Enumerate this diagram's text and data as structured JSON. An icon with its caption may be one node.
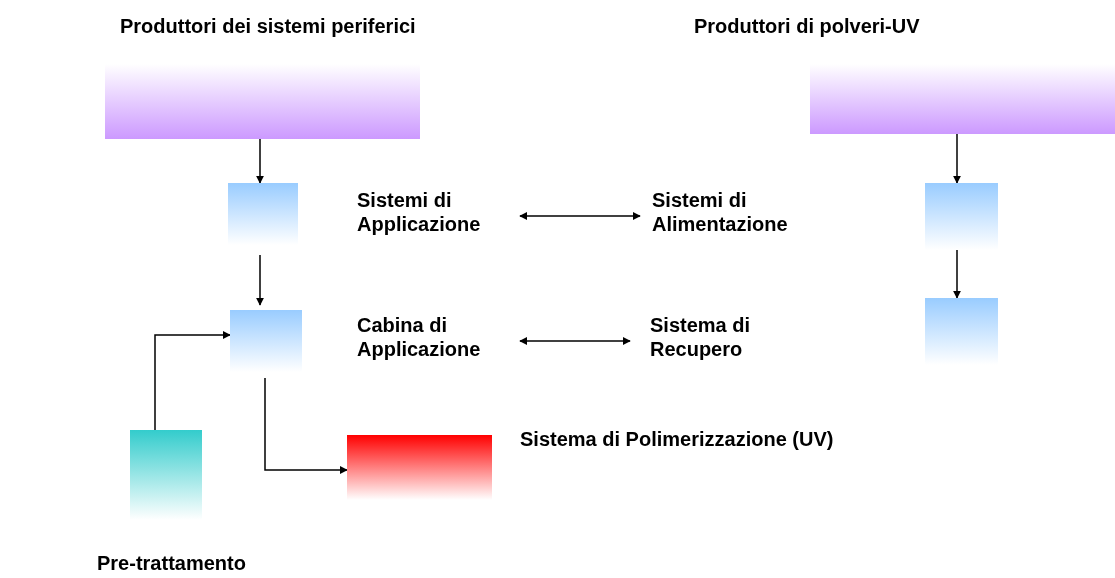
{
  "diagram": {
    "nodes": [
      {
        "text": [
          "Produttori dei sistemi periferici"
        ]
      },
      {
        "text": [
          "Produttori di polveri-UV"
        ]
      },
      {
        "text": [],
        "shape": "box"
      },
      {
        "text": [
          "Sistemi di Applicazione"
        ]
      },
      {
        "text": [
          "Sistemi di Alimentazione"
        ]
      },
      {
        "text": [],
        "shape": "box"
      },
      {
        "text": [],
        "shape": "box"
      },
      {
        "text": [
          "Cabina di Applicazione"
        ]
      },
      {
        "text": [
          "Sistema di Recupero"
        ]
      },
      {
        "text": [],
        "shape": "box"
      },
      {
        "text": [
          "Pre-trattamento"
        ]
      },
      {
        "text": [
          "Sistema di Polimerizzazione (UV)"
        ]
      }
    ],
    "edges": [
      {
        "from": 0,
        "to": 2,
        "arrow": "to"
      },
      {
        "from": 2,
        "to": 6,
        "arrow": "to"
      },
      {
        "from": 10,
        "to": 6,
        "arrow": "to"
      },
      {
        "from": 6,
        "to": 11,
        "arrow": "to"
      },
      {
        "from": 3,
        "to": 4,
        "arrow": "both"
      },
      {
        "from": 7,
        "to": 8,
        "arrow": "both"
      },
      {
        "from": 1,
        "to": 5,
        "arrow": "to"
      },
      {
        "from": 5,
        "to": 9,
        "arrow": "to"
      }
    ]
  }
}
